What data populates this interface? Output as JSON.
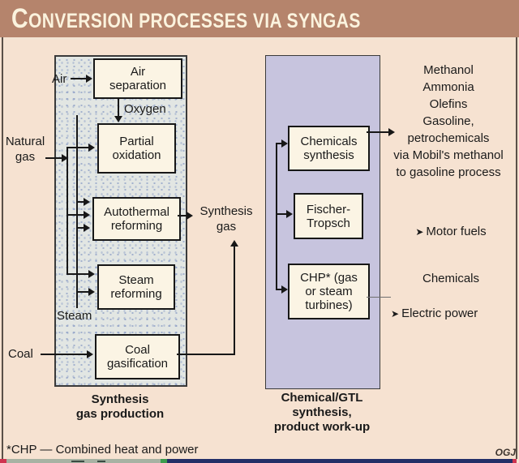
{
  "banner": {
    "title_initial": "C",
    "title_rest": "ONVERSION PROCESSES VIA SYNGAS",
    "bg_color": "#b5846c",
    "text_color": "#fbf3de"
  },
  "panels": {
    "syngas_production": {
      "caption": "Synthesis\ngas production",
      "bg_color": "#e2e6e3"
    },
    "chemical_gtl": {
      "caption": "Chemical/GTL\nsynthesis,\nproduct work-up",
      "bg_color": "#c7c4de"
    }
  },
  "inputs": {
    "air": "Air",
    "natural_gas": "Natural\ngas",
    "steam": "Steam",
    "coal": "Coal"
  },
  "intermediates": {
    "oxygen": "Oxygen",
    "synthesis_gas": "Synthesis\ngas"
  },
  "process_boxes": {
    "air_separation": "Air\nseparation",
    "partial_oxidation": "Partial\noxidation",
    "autothermal_reforming": "Autothermal\nreforming",
    "steam_reforming": "Steam\nreforming",
    "coal_gasification": "Coal\ngasification",
    "chemicals_synthesis": "Chemicals\nsynthesis",
    "fischer_tropsch": "Fischer-\nTropsch",
    "chp": "CHP* (gas\nor steam\nturbines)"
  },
  "outputs": {
    "chemical_products": "Methanol\nAmmonia\nOlefins\nGasoline,\npetrochemicals\nvia Mobil's methanol\nto gasoline process",
    "motor_fuels_line1": "Motor fuels",
    "motor_fuels_line2": "Chemicals",
    "electric_power": "Electric power"
  },
  "icons": {
    "pointer": "➤"
  },
  "footnote": "*CHP — Combined heat and power",
  "credit": "OGJ"
}
